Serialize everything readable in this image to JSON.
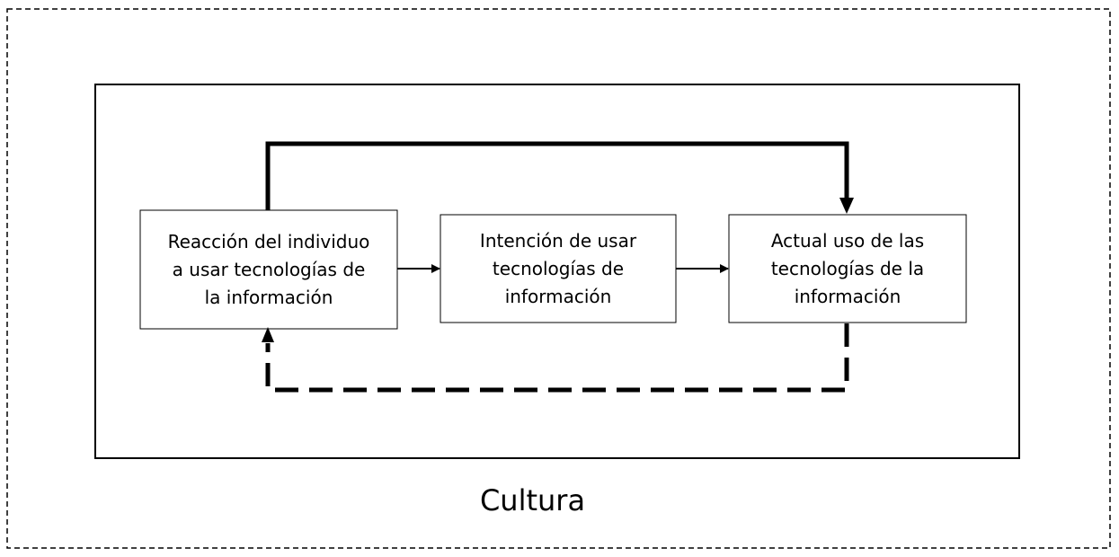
{
  "outer_label": "Cultura",
  "boxes": {
    "reaction": {
      "lines": [
        "Reacción del individuo",
        "a usar tecnologías de",
        "la información"
      ]
    },
    "intention": {
      "lines": [
        "Intención de usar",
        "tecnologías de",
        "información"
      ]
    },
    "actual_use": {
      "lines": [
        "Actual uso de las",
        "tecnologías de la",
        "información"
      ]
    }
  },
  "connections": [
    {
      "from": "reaction",
      "to": "intention",
      "style": "solid"
    },
    {
      "from": "intention",
      "to": "actual_use",
      "style": "solid"
    },
    {
      "from": "reaction",
      "to": "actual_use",
      "style": "solid-bold",
      "route": "over-top"
    },
    {
      "from": "actual_use",
      "to": "reaction",
      "style": "dashed-bold",
      "route": "under-bottom"
    }
  ]
}
